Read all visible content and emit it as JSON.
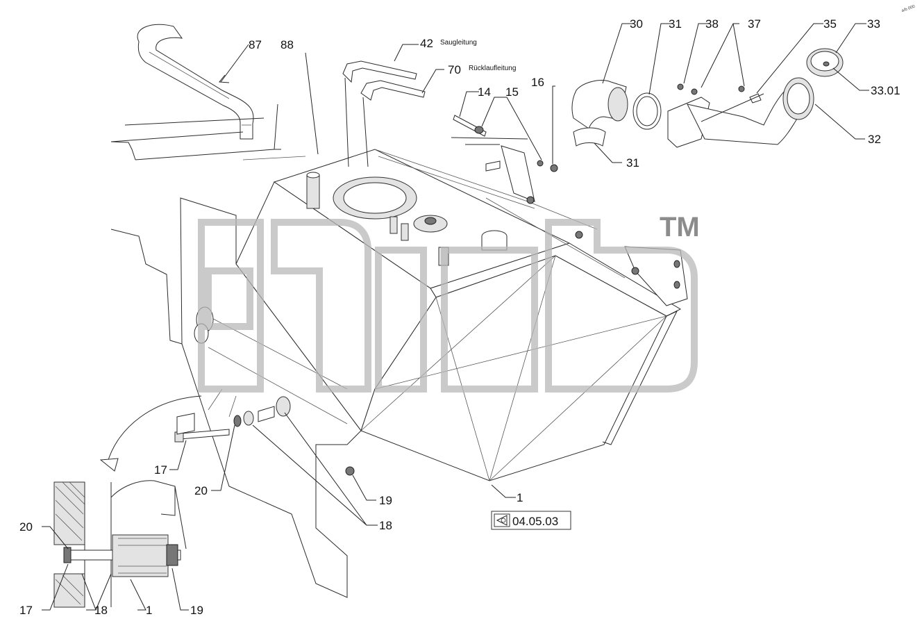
{
  "diagram": {
    "callouts": {
      "c87": "87",
      "c88": "88",
      "c42": "42",
      "c70": "70",
      "c14": "14",
      "c15": "15",
      "c16": "16",
      "c30": "30",
      "c31a": "31",
      "c38": "38",
      "c37": "37",
      "c35": "35",
      "c33": "33",
      "c3301": "33.01",
      "c32": "32",
      "c31b": "31",
      "c17": "17",
      "c20": "20",
      "c19": "19",
      "c18": "18",
      "c1": "1",
      "d20": "20",
      "d17": "17",
      "d18": "18",
      "d1": "1",
      "d19": "19"
    },
    "line_labels": {
      "saug": "Saugleitung",
      "ruecklauf": "Rücklaufleitung"
    },
    "reference": {
      "page": "04.05.03",
      "icon": "back-arrow-icon"
    },
    "watermark": {
      "tm": "TM"
    },
    "corner_code": "a/b 000"
  }
}
